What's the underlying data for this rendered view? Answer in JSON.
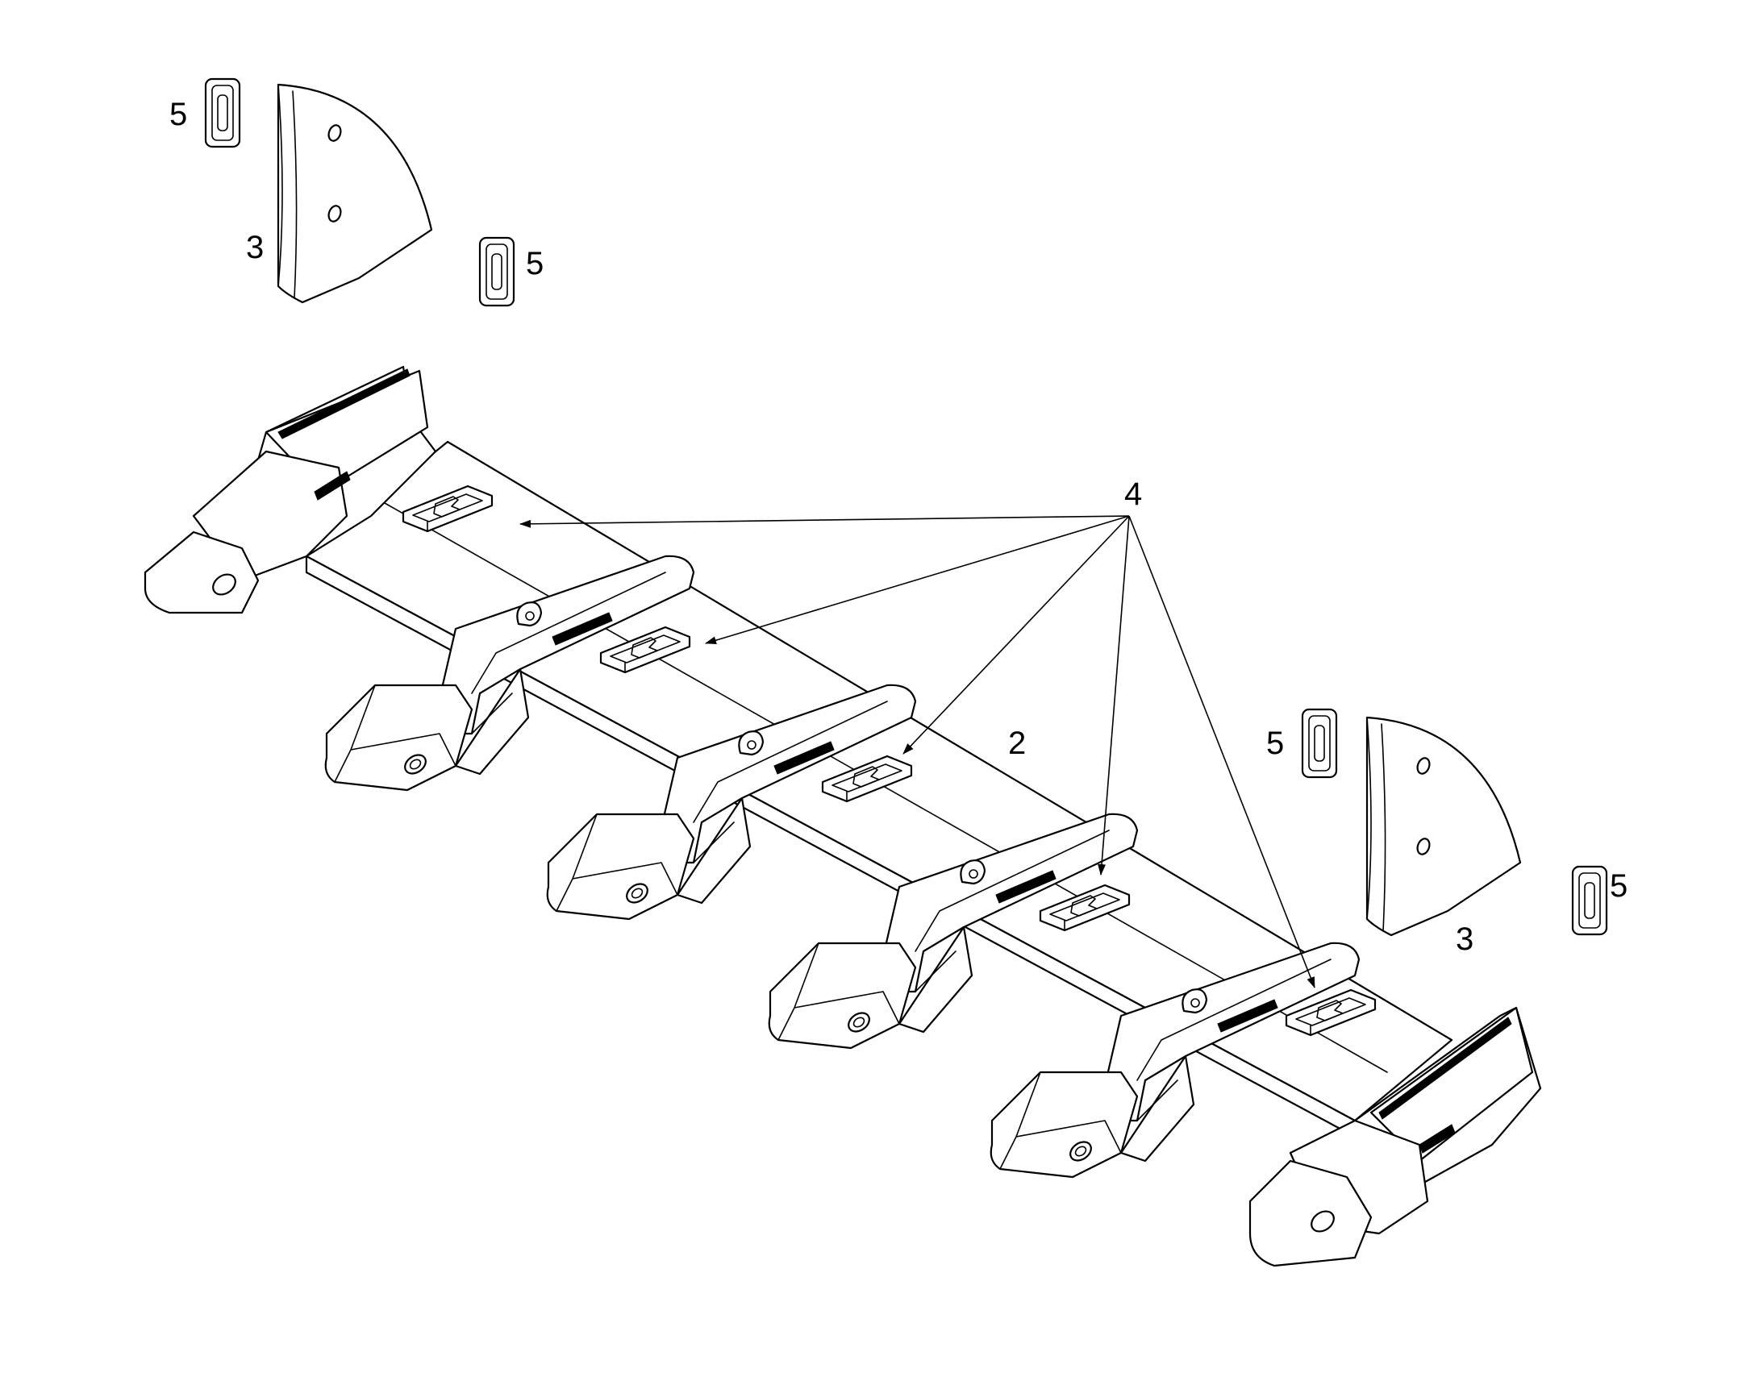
{
  "figure": {
    "description_hidden": "",
    "callouts": {
      "tooth_adapter_cover": "4",
      "cutting_edge": "2",
      "side_cutter": "3",
      "retainer_clip": "5"
    },
    "colors": {
      "ink": "#000000",
      "paper": "#ffffff"
    }
  }
}
